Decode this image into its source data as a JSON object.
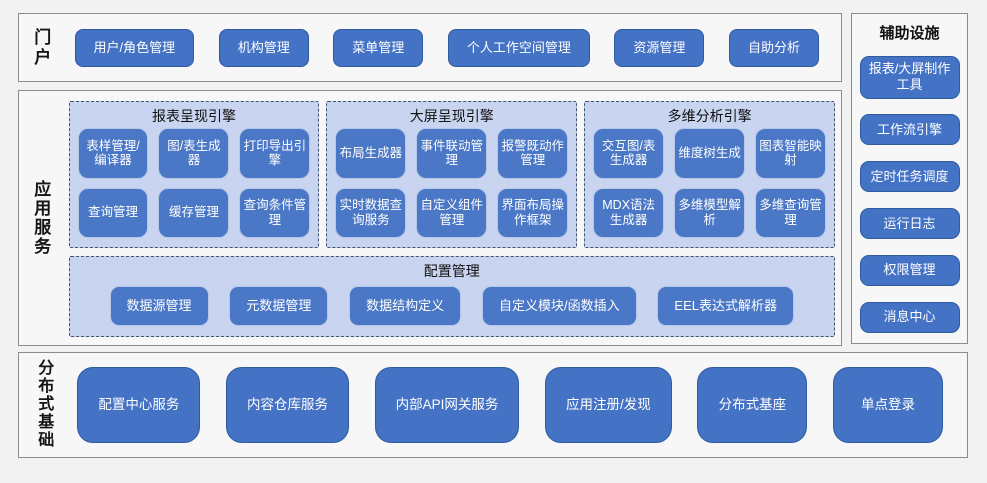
{
  "colors": {
    "page_bg": "#f2f2f2",
    "section_bg": "#f7f7f8",
    "section_border": "#8c8c8c",
    "node_blue": "#4472c4",
    "node_border_dark": "#2e5b9f",
    "inner_node_blue": "#4a77c6",
    "inner_node_border": "#b4c7e7",
    "panel_bg": "#c9d4f0",
    "panel_dashed_border": "#44546a",
    "text_white": "#ffffff",
    "text_black": "#111111"
  },
  "portal": {
    "label": "门户",
    "items": [
      "用户/角色管理",
      "机构管理",
      "菜单管理",
      "个人工作空间管理",
      "资源管理",
      "自助分析"
    ]
  },
  "app_services": {
    "label": "应用服务",
    "engines": [
      {
        "title": "报表呈现引擎",
        "items": [
          "表样管理/编译器",
          "图/表生成器",
          "打印导出引擎",
          "查询管理",
          "缓存管理",
          "查询条件管理"
        ]
      },
      {
        "title": "大屏呈现引擎",
        "items": [
          "布局生成器",
          "事件联动管理",
          "报警既动作管理",
          "实时数据查询服务",
          "自定义组件管理",
          "界面布局操作框架"
        ]
      },
      {
        "title": "多维分析引擎",
        "items": [
          "交互图/表生成器",
          "维度树生成",
          "图表智能映射",
          "MDX语法生成器",
          "多维模型解析",
          "多维查询管理"
        ]
      }
    ],
    "config": {
      "title": "配置管理",
      "items": [
        "数据源管理",
        "元数据管理",
        "数据结构定义",
        "自定义模块/函数插入",
        "EEL表达式解析器"
      ]
    }
  },
  "auxiliary": {
    "title": "辅助设施",
    "items": [
      "报表/大屏制作工具",
      "工作流引擎",
      "定时任务调度",
      "运行日志",
      "权限管理",
      "消息中心"
    ]
  },
  "distributed_base": {
    "label": "分布式基础",
    "items": [
      "配置中心服务",
      "内容仓库服务",
      "内部API网关服务",
      "应用注册/发现",
      "分布式基座",
      "单点登录"
    ]
  }
}
